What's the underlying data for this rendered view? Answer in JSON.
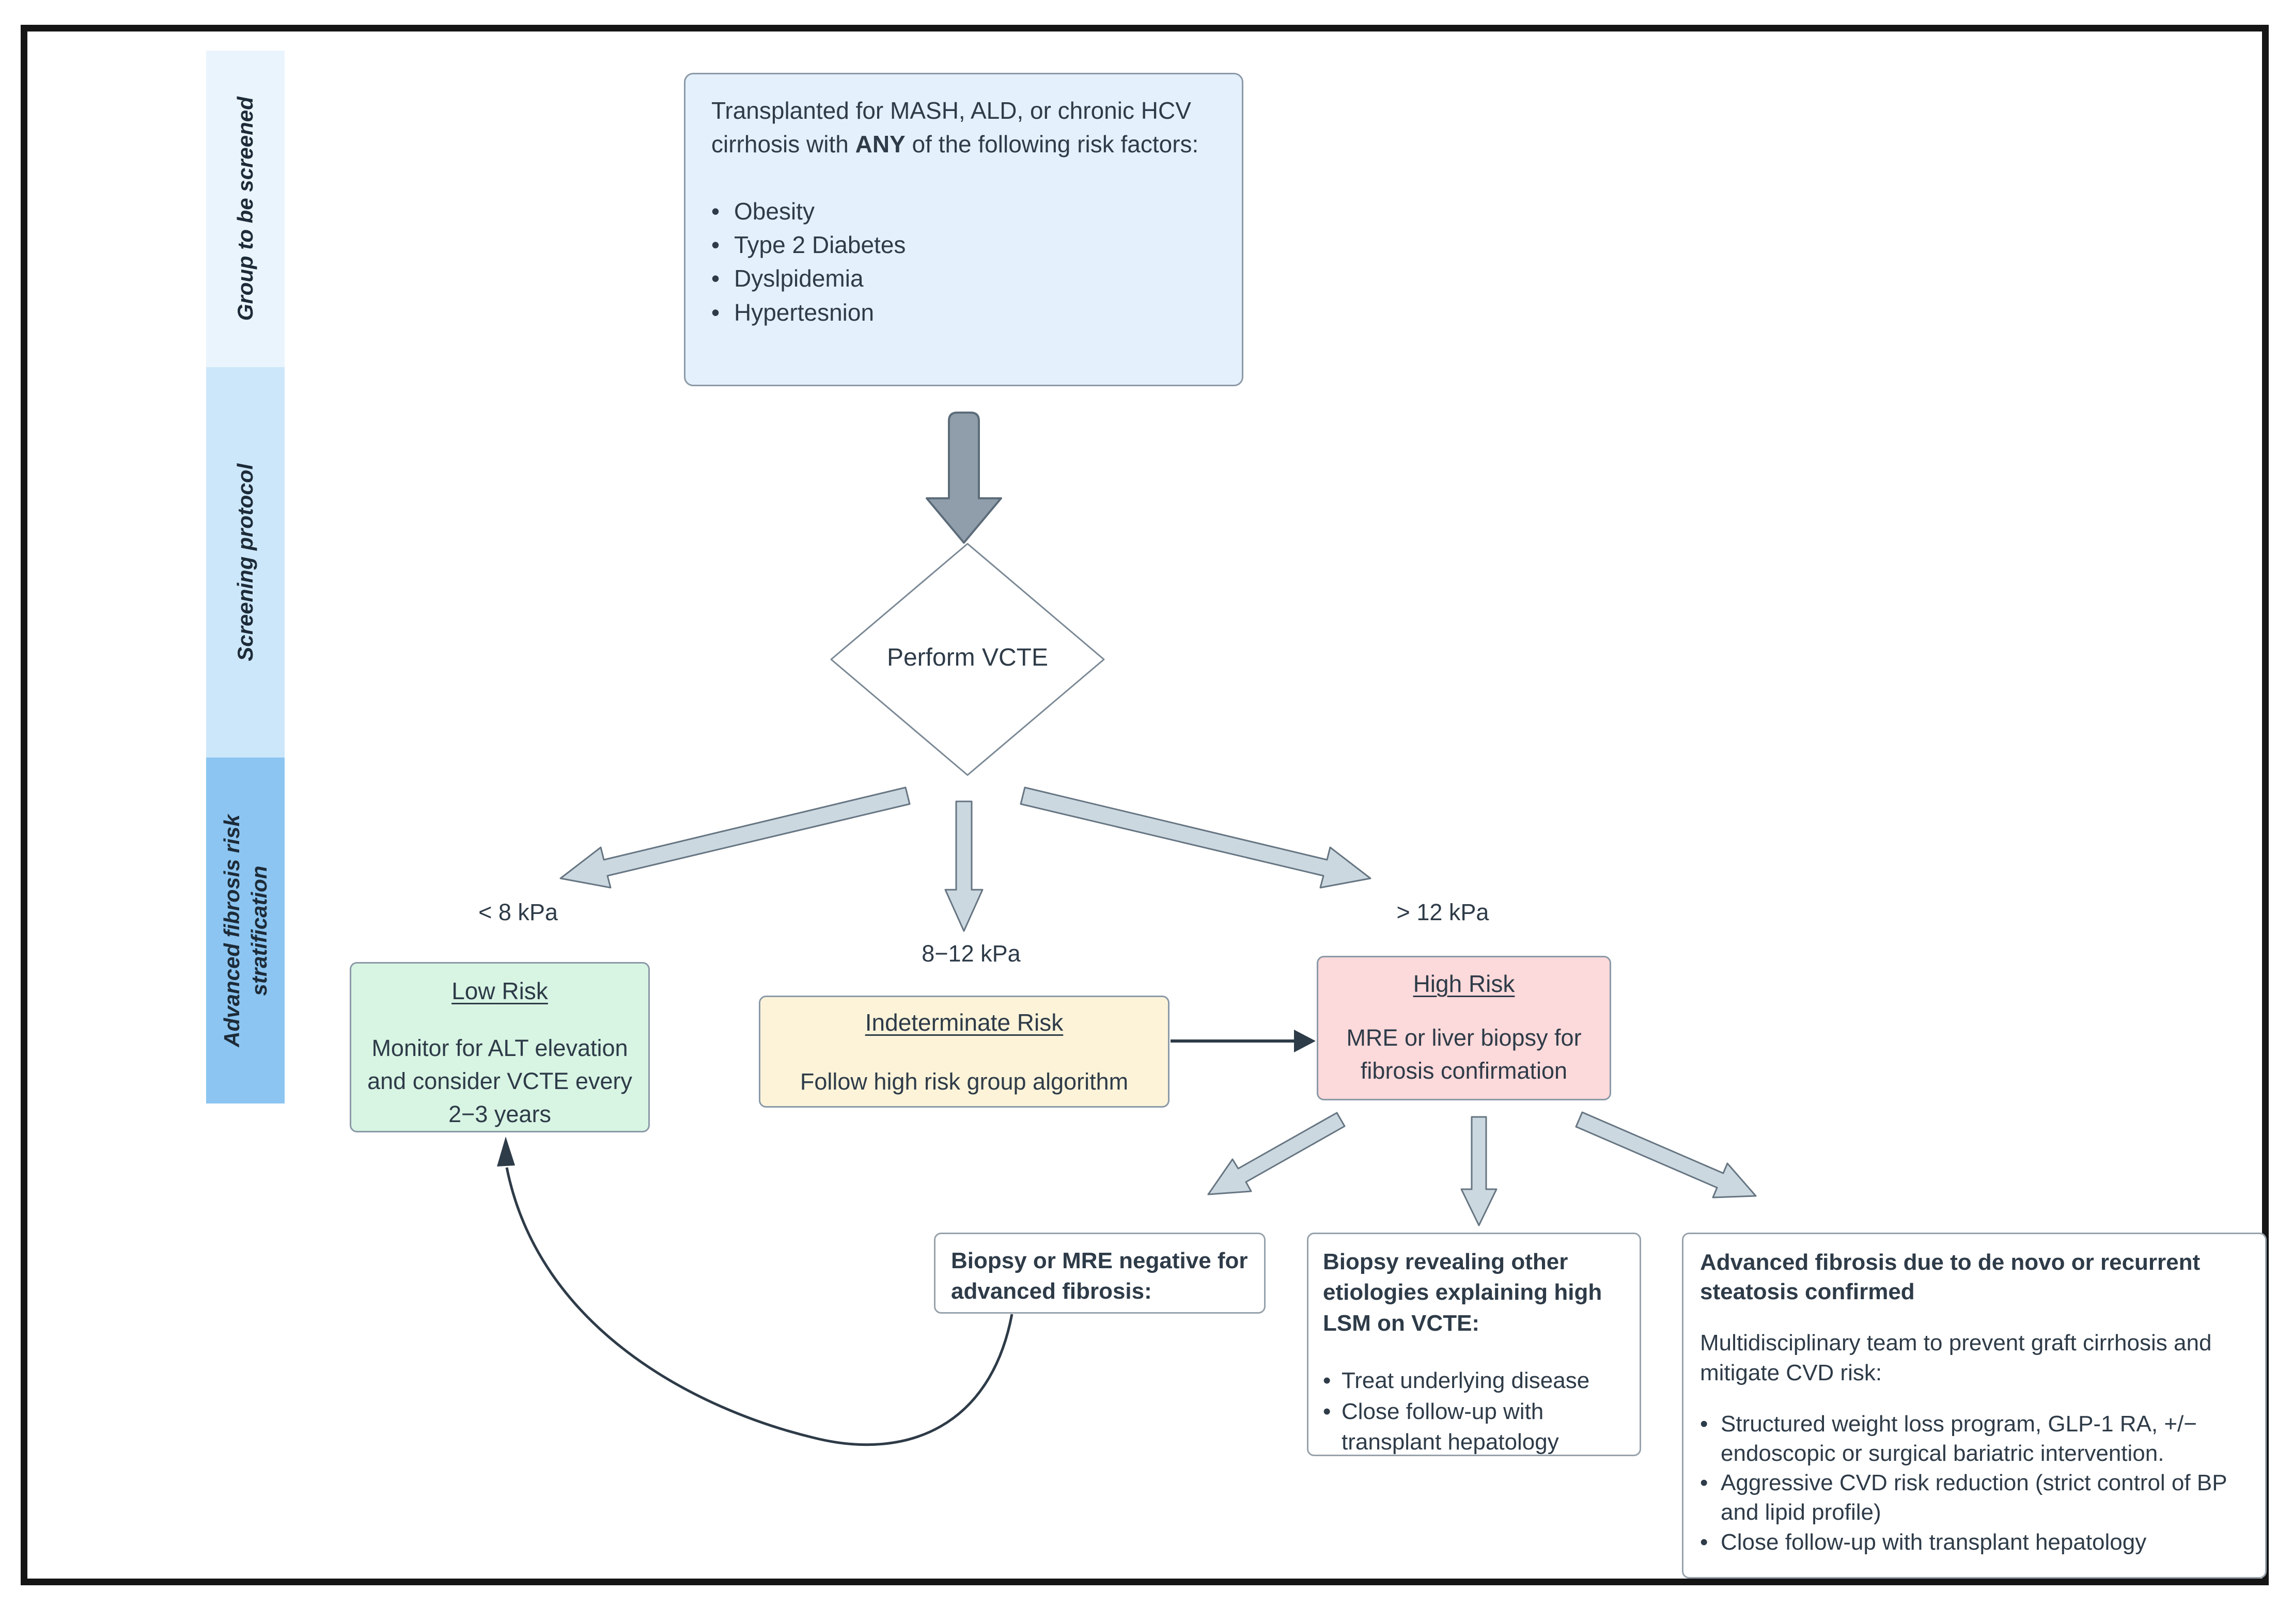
{
  "sidebar": {
    "bands": [
      {
        "label": "Group to be screened"
      },
      {
        "label": "Screening protocol"
      },
      {
        "label_line1": "Advanced fibrosis risk",
        "label_line2": "stratification"
      }
    ]
  },
  "top_box": {
    "intro_before": "Transplanted for MASH, ALD, or chronic ",
    "intro_line2_before": "HCV cirrhosis with ",
    "intro_bold": "ANY",
    "intro_after": " of the following risk factors:",
    "bullets": [
      "Obesity",
      "Type 2 Diabetes",
      "Dyslpidemia",
      "Hypertesnion"
    ]
  },
  "decision": {
    "label": "Perform VCTE"
  },
  "branches": {
    "low_label": "< 8 kPa",
    "mid_label": "8−12 kPa",
    "high_label": "> 12 kPa"
  },
  "low_risk_box": {
    "title": "Low Risk",
    "body": "Monitor for ALT elevation and consider VCTE every 2−3 years"
  },
  "indeterminate_box": {
    "title": "Indeterminate Risk",
    "body": "Follow high risk group algorithm"
  },
  "high_risk_box": {
    "title": "High Risk",
    "body": "MRE or liver biopsy for fibrosis confirmation"
  },
  "outcome_negative_box": {
    "title": "Biopsy or MRE negative for advanced fibrosis:"
  },
  "outcome_other_box": {
    "title": "Biopsy revealing other etiologies explaining high LSM on VCTE:",
    "bullets": [
      "Treat underlying disease",
      "Close follow-up with transplant hepatology"
    ]
  },
  "outcome_confirmed_box": {
    "title": "Advanced fibrosis due to de novo or recurrent steatosis confirmed",
    "subtitle": "Multidisciplinary team to prevent graft cirrhosis and mitigate CVD risk:",
    "bullets": [
      "Structured weight loss program, GLP-1 RA, +/− endoscopic or surgical bariatric intervention.",
      "Aggressive CVD risk reduction (strict control of BP and lipid profile)",
      "Close follow-up with transplant hepatology"
    ]
  },
  "colors": {
    "band_group": "#eaf4fd",
    "band_protocol": "#cde7fa",
    "band_stratification": "#8cc5f1",
    "top_box_fill": "#e4f0fb",
    "low_risk_fill": "#d8f4e3",
    "indeterminate_fill": "#fcf3d9",
    "high_risk_fill": "#fcd9da",
    "block_arrow_fill": "#ccd8e0",
    "big_arrow_fill": "#909eab",
    "line_color": "#2e3b48",
    "text_color": "#2e3b48",
    "frame_border": "#151515"
  }
}
